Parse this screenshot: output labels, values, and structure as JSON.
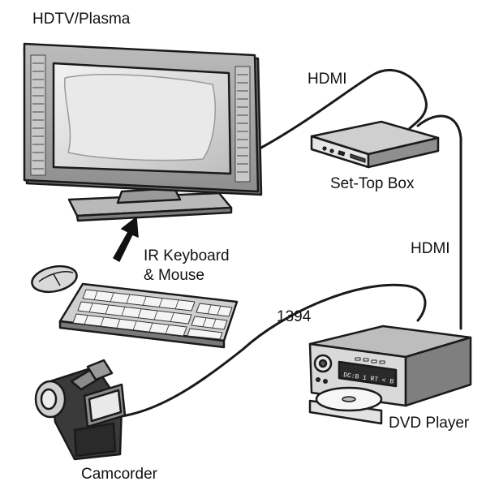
{
  "labels": {
    "hdtv": "HDTV/Plasma",
    "hdmi_top": "HDMI",
    "set_top_box": "Set-Top Box",
    "hdmi_right": "HDMI",
    "ir_line1": "IR Keyboard",
    "ir_line2": "& Mouse",
    "firewire": "1394",
    "dvd_player": "DVD Player",
    "camcorder": "Camcorder"
  },
  "dvd_display": "DC:B 1 RT < B"
}
